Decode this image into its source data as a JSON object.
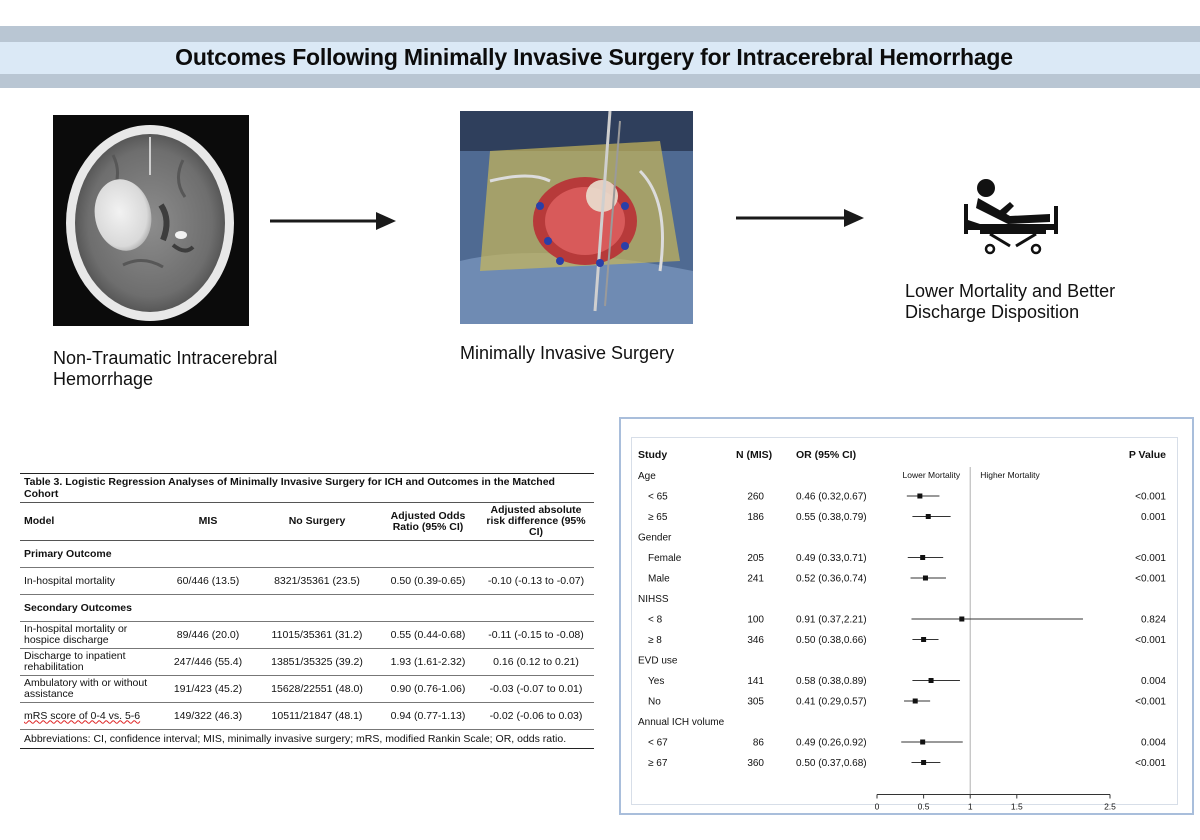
{
  "header": {
    "title": "Outcomes Following Minimally Invasive Surgery for Intracerebral Hemorrhage"
  },
  "flow": {
    "steps": [
      {
        "caption": "Non-Traumatic Intracerebral Hemorrhage"
      },
      {
        "caption": "Minimally Invasive Surgery"
      },
      {
        "caption": "Lower Mortality and Better Discharge Disposition"
      }
    ],
    "icons": [
      "ct-scan-image",
      "surgery-photo",
      "hospital-bed-icon",
      "arrow-right-icon"
    ]
  },
  "table": {
    "caption": "Table 3. Logistic Regression Analyses of Minimally Invasive Surgery for ICH and Outcomes in the Matched Cohort",
    "columns": [
      "Model",
      "MIS",
      "No Surgery",
      "Adjusted Odds Ratio (95% CI)",
      "Adjusted absolute risk difference (95% CI)"
    ],
    "sections": [
      {
        "title": "Primary Outcome",
        "rows": [
          [
            "In-hospital mortality",
            "60/446 (13.5)",
            "8321/35361 (23.5)",
            "0.50 (0.39-0.65)",
            "-0.10 (-0.13 to -0.07)"
          ]
        ]
      },
      {
        "title": "Secondary Outcomes",
        "rows": [
          [
            "In-hospital mortality or hospice discharge",
            "89/446 (20.0)",
            "11015/35361 (31.2)",
            "0.55 (0.44-0.68)",
            "-0.11 (-0.15 to -0.08)"
          ],
          [
            "Discharge to inpatient rehabilitation",
            "247/446 (55.4)",
            "13851/35325 (39.2)",
            "1.93 (1.61-2.32)",
            "0.16 (0.12 to 0.21)"
          ],
          [
            "Ambulatory with or without assistance",
            "191/423 (45.2)",
            "15628/22551 (48.0)",
            "0.90 (0.76-1.06)",
            "-0.03 (-0.07 to 0.01)"
          ],
          [
            "mRS score of 0-4 vs. 5-6",
            "149/322 (46.3)",
            "10511/21847 (48.1)",
            "0.94 (0.77-1.13)",
            "-0.02 (-0.06 to 0.03)"
          ]
        ]
      }
    ],
    "footnote": "Abbreviations: CI, confidence interval; MIS, minimally invasive surgery; mRS, modified Rankin Scale; OR, odds ratio."
  },
  "chart_data": {
    "type": "forest",
    "headers": {
      "study": "Study",
      "n": "N (MIS)",
      "or": "OR (95% CI)",
      "p": "P Value"
    },
    "annotations": {
      "left": "Lower Mortality",
      "right": "Higher Mortality"
    },
    "reference_line": 1,
    "xlim": [
      0,
      2.5
    ],
    "xticks": [
      0,
      0.5,
      1,
      1.5,
      2.5
    ],
    "xtick_labels": [
      "0",
      "0.5",
      "1",
      "1.5",
      "2.5"
    ],
    "rows": [
      {
        "kind": "group",
        "label": "Age"
      },
      {
        "kind": "sub",
        "label": "< 65",
        "n": "260",
        "or_text": "0.46 (0.32,0.67)",
        "or": 0.46,
        "lo": 0.32,
        "hi": 0.67,
        "p": "<0.001"
      },
      {
        "kind": "sub",
        "label": "≥ 65",
        "n": "186",
        "or_text": "0.55 (0.38,0.79)",
        "or": 0.55,
        "lo": 0.38,
        "hi": 0.79,
        "p": "0.001"
      },
      {
        "kind": "group",
        "label": "Gender"
      },
      {
        "kind": "sub",
        "label": "Female",
        "n": "205",
        "or_text": "0.49 (0.33,0.71)",
        "or": 0.49,
        "lo": 0.33,
        "hi": 0.71,
        "p": "<0.001"
      },
      {
        "kind": "sub",
        "label": "Male",
        "n": "241",
        "or_text": "0.52 (0.36,0.74)",
        "or": 0.52,
        "lo": 0.36,
        "hi": 0.74,
        "p": "<0.001"
      },
      {
        "kind": "group",
        "label": "NIHSS"
      },
      {
        "kind": "sub",
        "label": "< 8",
        "n": "100",
        "or_text": "0.91 (0.37,2.21)",
        "or": 0.91,
        "lo": 0.37,
        "hi": 2.21,
        "p": "0.824"
      },
      {
        "kind": "sub",
        "label": "≥ 8",
        "n": "346",
        "or_text": "0.50 (0.38,0.66)",
        "or": 0.5,
        "lo": 0.38,
        "hi": 0.66,
        "p": "<0.001"
      },
      {
        "kind": "group",
        "label": "EVD use"
      },
      {
        "kind": "sub",
        "label": "Yes",
        "n": "141",
        "or_text": "0.58 (0.38,0.89)",
        "or": 0.58,
        "lo": 0.38,
        "hi": 0.89,
        "p": "0.004"
      },
      {
        "kind": "sub",
        "label": "No",
        "n": "305",
        "or_text": "0.41 (0.29,0.57)",
        "or": 0.41,
        "lo": 0.29,
        "hi": 0.57,
        "p": "<0.001"
      },
      {
        "kind": "group",
        "label": "Annual ICH volume"
      },
      {
        "kind": "sub",
        "label": "< 67",
        "n": "86",
        "or_text": "0.49 (0.26,0.92)",
        "or": 0.49,
        "lo": 0.26,
        "hi": 0.92,
        "p": "0.004"
      },
      {
        "kind": "sub",
        "label": "≥ 67",
        "n": "360",
        "or_text": "0.50 (0.37,0.68)",
        "or": 0.5,
        "lo": 0.37,
        "hi": 0.68,
        "p": "<0.001"
      }
    ]
  }
}
